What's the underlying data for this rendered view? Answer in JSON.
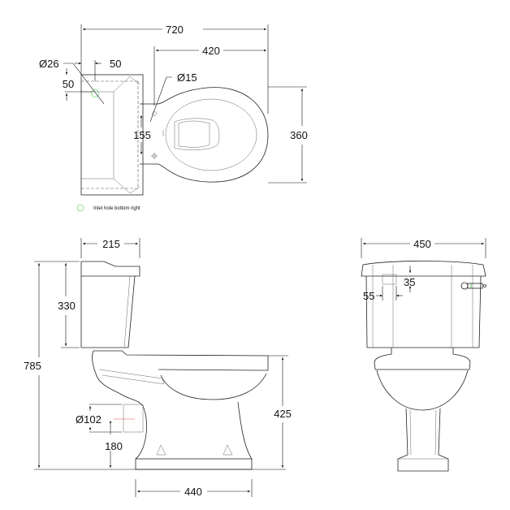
{
  "plan_view": {
    "overall_length": "720",
    "bowl_length": "420",
    "inlet_diameter": "Ø26",
    "inlet_offset_x": "50",
    "inlet_offset_y": "50",
    "hole_diameter": "Ø15",
    "hole_spacing": "155",
    "bowl_width": "360"
  },
  "legend": {
    "text": "Inlet hole bottom right",
    "marker_color": "#6fdc6f"
  },
  "side_view": {
    "cistern_depth": "215",
    "cistern_height": "330",
    "overall_height": "785",
    "outlet_diameter": "Ø102",
    "outlet_height": "180",
    "seat_height": "425",
    "base_length": "440",
    "outlet_marker_color": "#e05050"
  },
  "front_view": {
    "overall_width": "450",
    "button_offset_x": "55",
    "button_offset_y": "35",
    "lever_accent_color": "#2a9a3a"
  }
}
